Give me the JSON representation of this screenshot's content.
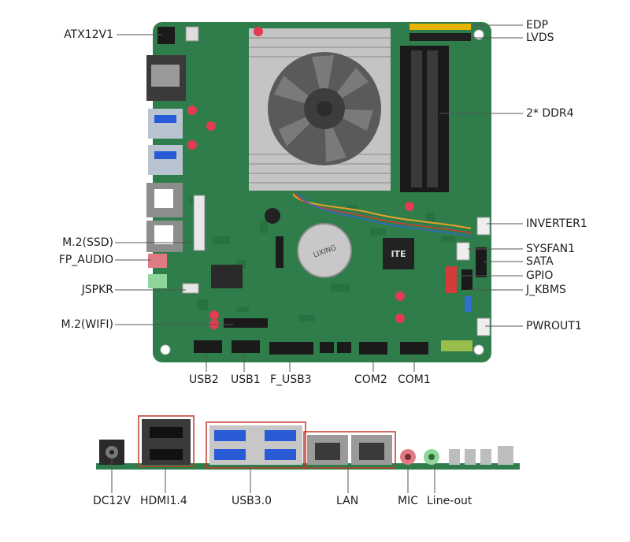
{
  "colors": {
    "pcb": "#2e7d4a",
    "pcb_dark": "#1f5f36",
    "heatsink": "#bdbdbd",
    "fan": "#4a4a4a",
    "leader": "#555555",
    "highlight": "#c0392b",
    "edp_header": "#e8b200",
    "red_connector": "#d63b3b",
    "blue_connector": "#2f6fd0"
  },
  "board_labels": {
    "left": [
      {
        "id": "atx12v1",
        "text": "ATX12V1"
      },
      {
        "id": "m2-ssd",
        "text": "M.2(SSD)"
      },
      {
        "id": "fp-audio",
        "text": "FP_AUDIO"
      },
      {
        "id": "jspkr",
        "text": "JSPKR"
      },
      {
        "id": "m2-wifi",
        "text": "M.2(WIFI)"
      }
    ],
    "right": [
      {
        "id": "edp",
        "text": "EDP"
      },
      {
        "id": "lvds",
        "text": "LVDS"
      },
      {
        "id": "ddr4",
        "text": "2* DDR4"
      },
      {
        "id": "inverter1",
        "text": "INVERTER1"
      },
      {
        "id": "sysfan1",
        "text": "SYSFAN1"
      },
      {
        "id": "sata",
        "text": "SATA"
      },
      {
        "id": "gpio",
        "text": "GPIO"
      },
      {
        "id": "j-kbms",
        "text": "J_KBMS"
      },
      {
        "id": "pwrout1",
        "text": "PWROUT1"
      }
    ],
    "bottom": [
      {
        "id": "usb2",
        "text": "USB2"
      },
      {
        "id": "usb1",
        "text": "USB1"
      },
      {
        "id": "f-usb3",
        "text": "F_USB3"
      },
      {
        "id": "com2",
        "text": "COM2"
      },
      {
        "id": "com1",
        "text": "COM1"
      }
    ]
  },
  "io_labels": [
    {
      "id": "dc12v",
      "text": "DC12V"
    },
    {
      "id": "hdmi14",
      "text": "HDMI1.4"
    },
    {
      "id": "usb30",
      "text": "USB3.0"
    },
    {
      "id": "lan",
      "text": "LAN"
    },
    {
      "id": "mic",
      "text": "MIC"
    },
    {
      "id": "line-out",
      "text": "Line-out"
    }
  ],
  "silkscreen": {
    "chip_brand": "ITE",
    "battery_brand": "LIXING"
  }
}
